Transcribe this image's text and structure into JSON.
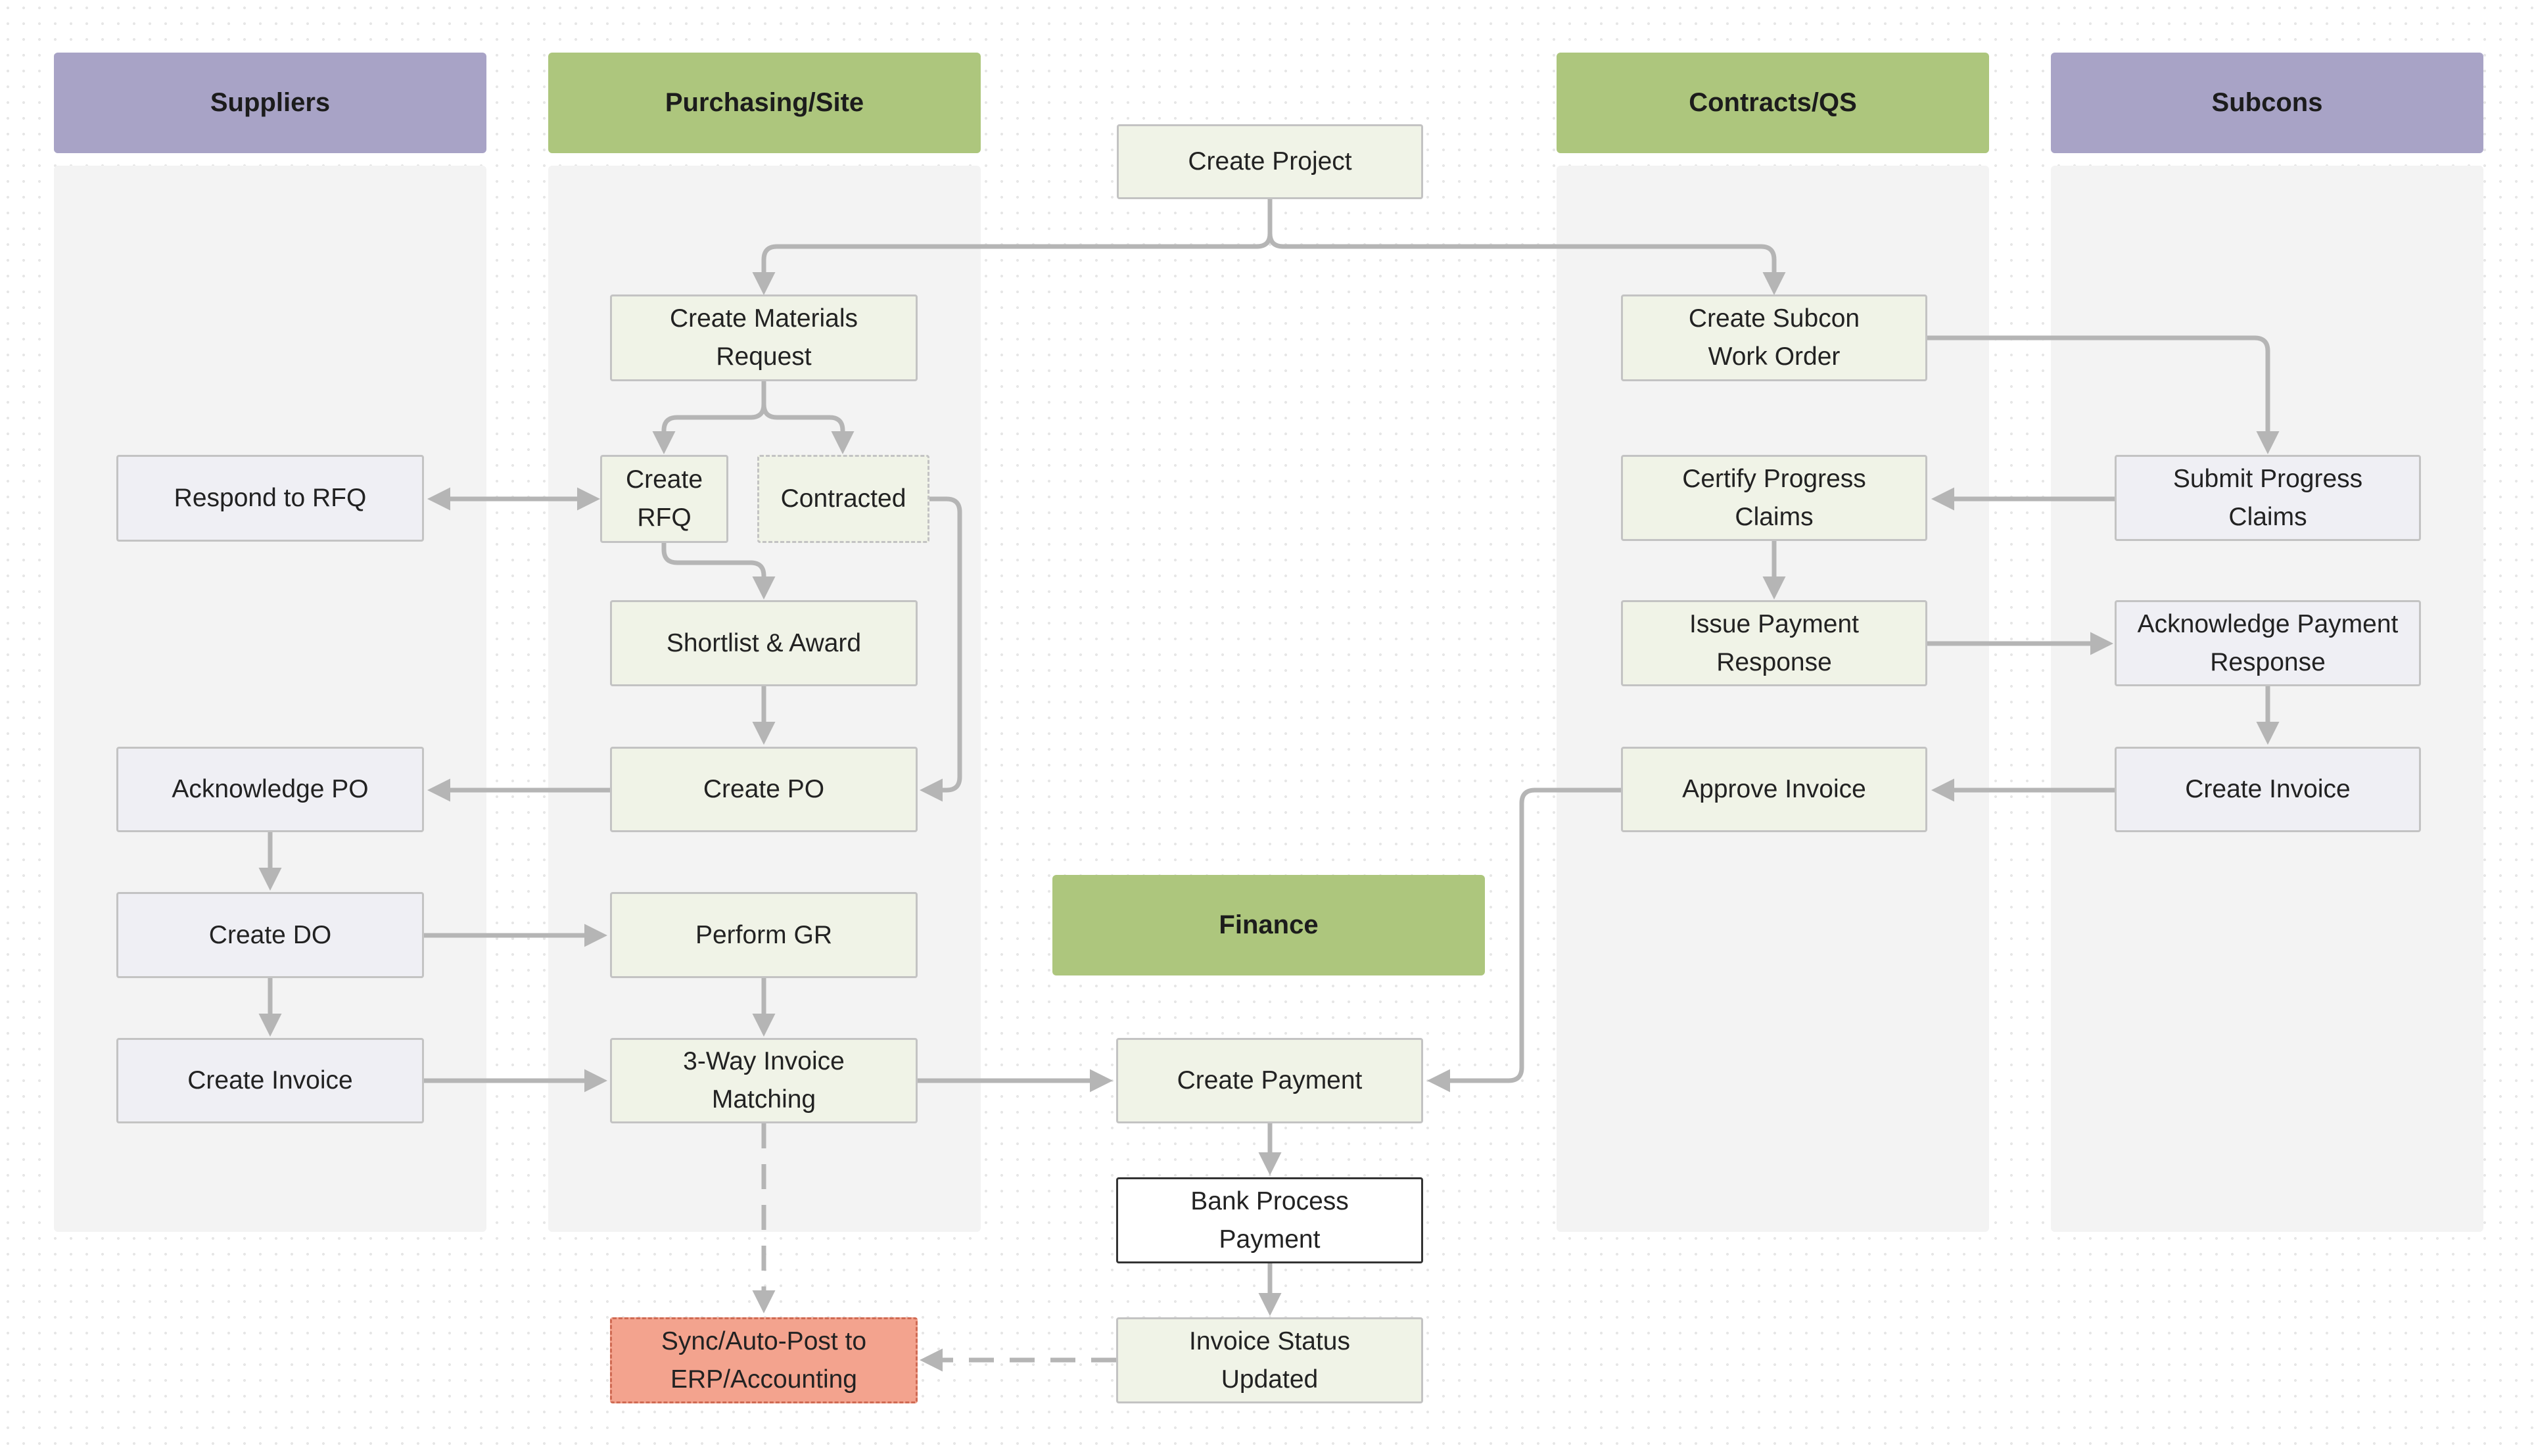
{
  "lanes": {
    "suppliers": "Suppliers",
    "purchasing": "Purchasing/Site",
    "contracts": "Contracts/QS",
    "subcons": "Subcons",
    "finance": "Finance"
  },
  "nodes": {
    "create_project": "Create Project",
    "create_materials_request": "Create Materials Request",
    "create_subcon_work_order": "Create Subcon Work Order",
    "respond_to_rfq": "Respond to RFQ",
    "create_rfq": "Create RFQ",
    "contracted": "Contracted",
    "certify_progress_claims": "Certify Progress Claims",
    "submit_progress_claims": "Submit Progress Claims",
    "shortlist_award": "Shortlist & Award",
    "issue_payment_response": "Issue Payment Response",
    "acknowledge_payment_response": "Acknowledge Payment Response",
    "acknowledge_po": "Acknowledge PO",
    "create_po": "Create PO",
    "approve_invoice": "Approve Invoice",
    "create_invoice_subcon": "Create Invoice",
    "create_do": "Create DO",
    "perform_gr": "Perform GR",
    "create_invoice_supplier": "Create Invoice",
    "three_way_matching": "3-Way Invoice Matching",
    "create_payment": "Create Payment",
    "bank_process_payment": "Bank Process Payment",
    "sync_erp": "Sync/Auto-Post to ERP/Accounting",
    "invoice_status_updated": "Invoice Status Updated"
  },
  "colors": {
    "lane_purple": "#a8a3c6",
    "lane_green": "#adc67d",
    "node_green": "#f0f3e7",
    "node_purple": "#efeff4",
    "node_red": "#f3a38e",
    "edge": "#b5b5b5"
  }
}
